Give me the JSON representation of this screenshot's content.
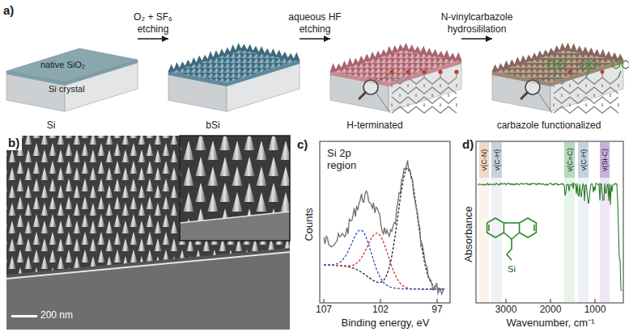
{
  "diagram": {
    "nodes": [
      {
        "text": [
          "native SiO₂",
          "Si crystal",
          "Si"
        ]
      },
      {
        "text": [
          "bSi"
        ]
      },
      {
        "text": [
          "H-terminated"
        ]
      },
      {
        "text": [
          "carbazole functionalized"
        ]
      }
    ],
    "edges": [
      {
        "from": 0,
        "to": 1,
        "label": "O₂ + SF₆ etching",
        "arrow": "to"
      },
      {
        "from": 1,
        "to": 2,
        "label": "aqueous HF etching",
        "arrow": "to"
      },
      {
        "from": 2,
        "to": 3,
        "label": "N-vinylcarbazole hydrosililation",
        "arrow": "to"
      }
    ],
    "labels": [
      "a)",
      "b)",
      "c)",
      "d)",
      "200 nm",
      "Si 2p region",
      "Counts",
      "Binding energy, eV",
      "107",
      "102",
      "97",
      "Absorbance",
      "Wavenumber, cm⁻¹",
      "3000",
      "2000",
      "1000",
      "ν(C-N)",
      "ν(C-H)",
      "ν(C=C)",
      "ν(C-H)",
      "ν(Si-C)",
      "Si"
    ]
  }
}
